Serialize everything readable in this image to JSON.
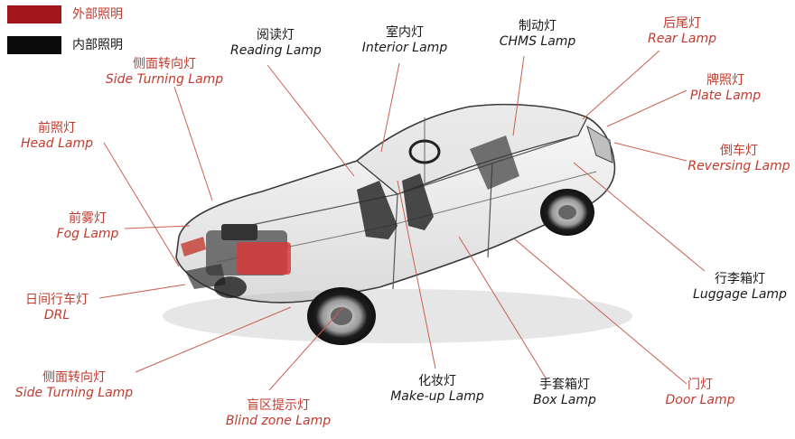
{
  "legend": {
    "exterior": {
      "label": "外部照明",
      "color": "#a3171c"
    },
    "interior": {
      "label": "内部照明",
      "color": "#0b0b0b"
    }
  },
  "labels": {
    "reading": {
      "zh": "阅读灯",
      "en": "Reading Lamp"
    },
    "interior": {
      "zh": "室内灯",
      "en": "Interior Lamp"
    },
    "chms": {
      "zh": "制动灯",
      "en": "CHMS Lamp"
    },
    "rear": {
      "zh": "后尾灯",
      "en": "Rear Lamp"
    },
    "plate": {
      "zh": "牌照灯",
      "en": "Plate Lamp"
    },
    "reversing": {
      "zh": "倒车灯",
      "en": "Reversing Lamp"
    },
    "luggage": {
      "zh": "行李箱灯",
      "en": "Luggage Lamp"
    },
    "door": {
      "zh": "门灯",
      "en": "Door Lamp"
    },
    "box": {
      "zh": "手套箱灯",
      "en": "Box Lamp"
    },
    "makeup": {
      "zh": "化妆灯",
      "en": "Make-up Lamp"
    },
    "blind": {
      "zh": "盲区提示灯",
      "en": "Blind zone Lamp"
    },
    "side_turning_bottom": {
      "zh": "侧面转向灯",
      "en": "Side Turning Lamp"
    },
    "drl": {
      "zh": "日间行车灯",
      "en": "DRL"
    },
    "fog": {
      "zh": "前雾灯",
      "en": "Fog Lamp"
    },
    "head": {
      "zh": "前照灯",
      "en": "Head Lamp"
    },
    "side_turning_top": {
      "zh": "侧面转向灯",
      "en": "Side Turning Lamp"
    }
  },
  "colors": {
    "exterior_text": "#c23b2e",
    "interior_text": "#1a1a1a",
    "leader_line": "#c9604f",
    "car_outline": "#3a3a3a"
  },
  "illustration": {
    "icon": "transparent-car-icon"
  }
}
